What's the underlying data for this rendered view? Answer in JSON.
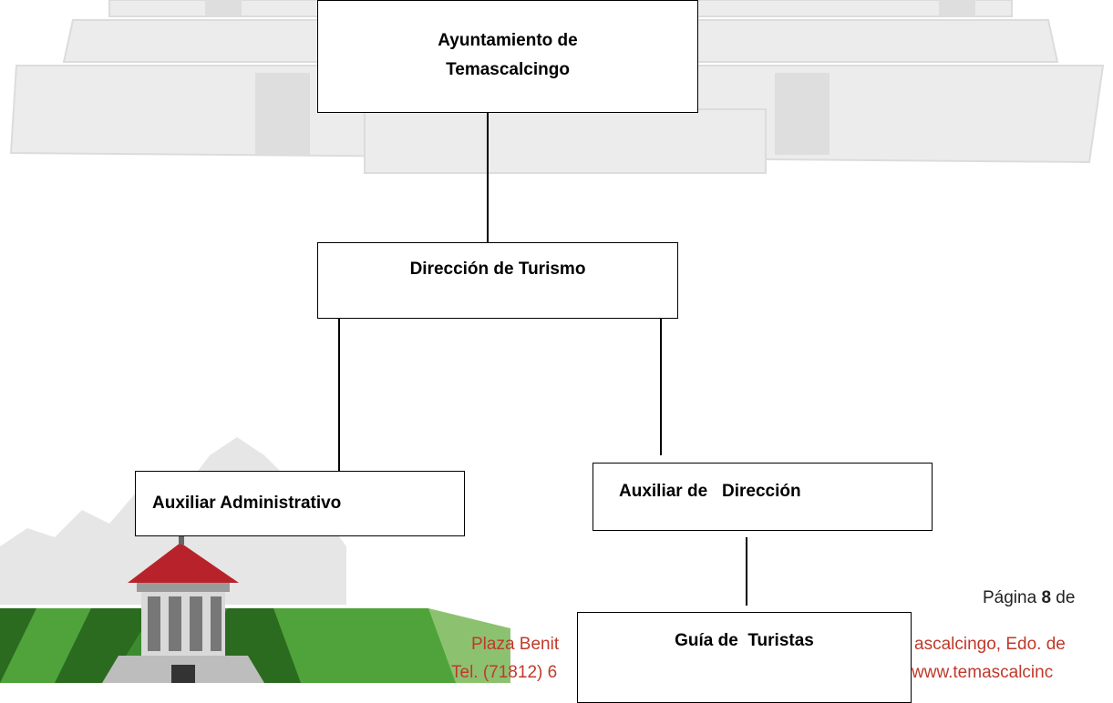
{
  "org_chart": {
    "top": "Ayuntamiento de Temascalcingo",
    "level2": "Dirección de Turismo",
    "level3_left": "Auxiliar Administrativo",
    "level3_right": "Auxiliar de   Dirección",
    "level4": "Guía de  Turistas"
  },
  "footer": {
    "page_prefix": "Página ",
    "page_number": "8",
    "page_suffix": " de",
    "address_left": "Plaza Benit",
    "address_right": "ascalcingo, Edo. de",
    "phone_left": "Tel. (71812) 6",
    "web_right": "www.temascalcinc"
  },
  "colors": {
    "footer_green": "#3d8b2f",
    "footer_dark_green": "#2a6b1f",
    "footer_text_red": "#c0392b",
    "watermark_gray": "#e3e3e3",
    "kiosk_roof_red": "#b8232b"
  }
}
